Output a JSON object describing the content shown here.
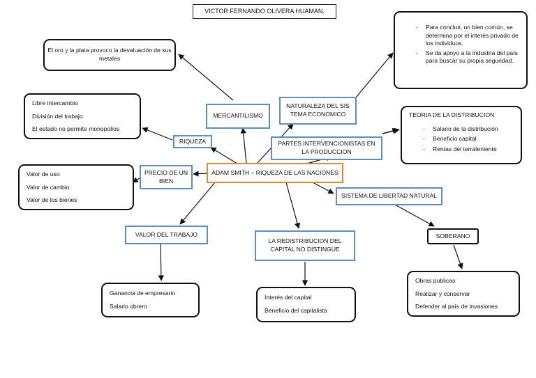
{
  "title": "VICTOR FERNANDO OLIVERA HUAMAN.",
  "center": "ADAM SMITH – RIQUEZA DE LAS NACIONES",
  "mercantilismo": {
    "label": "MERCANTILISMO",
    "note": "El oro y la plata provoco la devaluación de sus metales"
  },
  "naturaleza": {
    "label": "NATURALEZA DEL SIS TEMA ECONOMICO",
    "notes": [
      "Para concluir, un bien común, se determina por el interés privado de los individuos.",
      "Se da apoyo a la industria del país para buscar su propia seguridad."
    ]
  },
  "riqueza": {
    "label": "RIQUEZA",
    "items": [
      "Libre intercambio",
      "División del trabajo",
      "El estado no permite monopolios"
    ]
  },
  "partes": {
    "label": "PARTES INTERVENCIONISTAS EN LA PRODUCCION"
  },
  "teoria": {
    "title": "TEORIA DE LA DISTRIBUCION",
    "items": [
      "Salario de la distribución",
      "Beneficio capital",
      "Rentas del terrateniente"
    ]
  },
  "precio": {
    "label": "PRECIO DE UN BIEN",
    "items": [
      "Valor de uso",
      "Valor de cambio",
      "Valor de los bienes"
    ]
  },
  "sistema": {
    "label": "SISTEMA DE LIBERTAD NATURAL"
  },
  "soberano": {
    "label": "SOBERANO",
    "items": [
      "Obras publicas",
      "Realizar y conservar",
      "Defender al país de invasiones"
    ]
  },
  "valor_trabajo": {
    "label": "VALOR DEL TRABAJO",
    "items": [
      "Ganancia de empresario",
      "Salario obrero"
    ]
  },
  "redistribucion": {
    "label": "LA REDISTRIBUCION DEL CAPITAL NO DISTINGUE",
    "items": [
      "Interés del capital",
      "Beneficio del capitalista"
    ]
  },
  "colors": {
    "blue_border": "#5b8fc4",
    "orange_border": "#e2892f",
    "black": "#111111"
  }
}
